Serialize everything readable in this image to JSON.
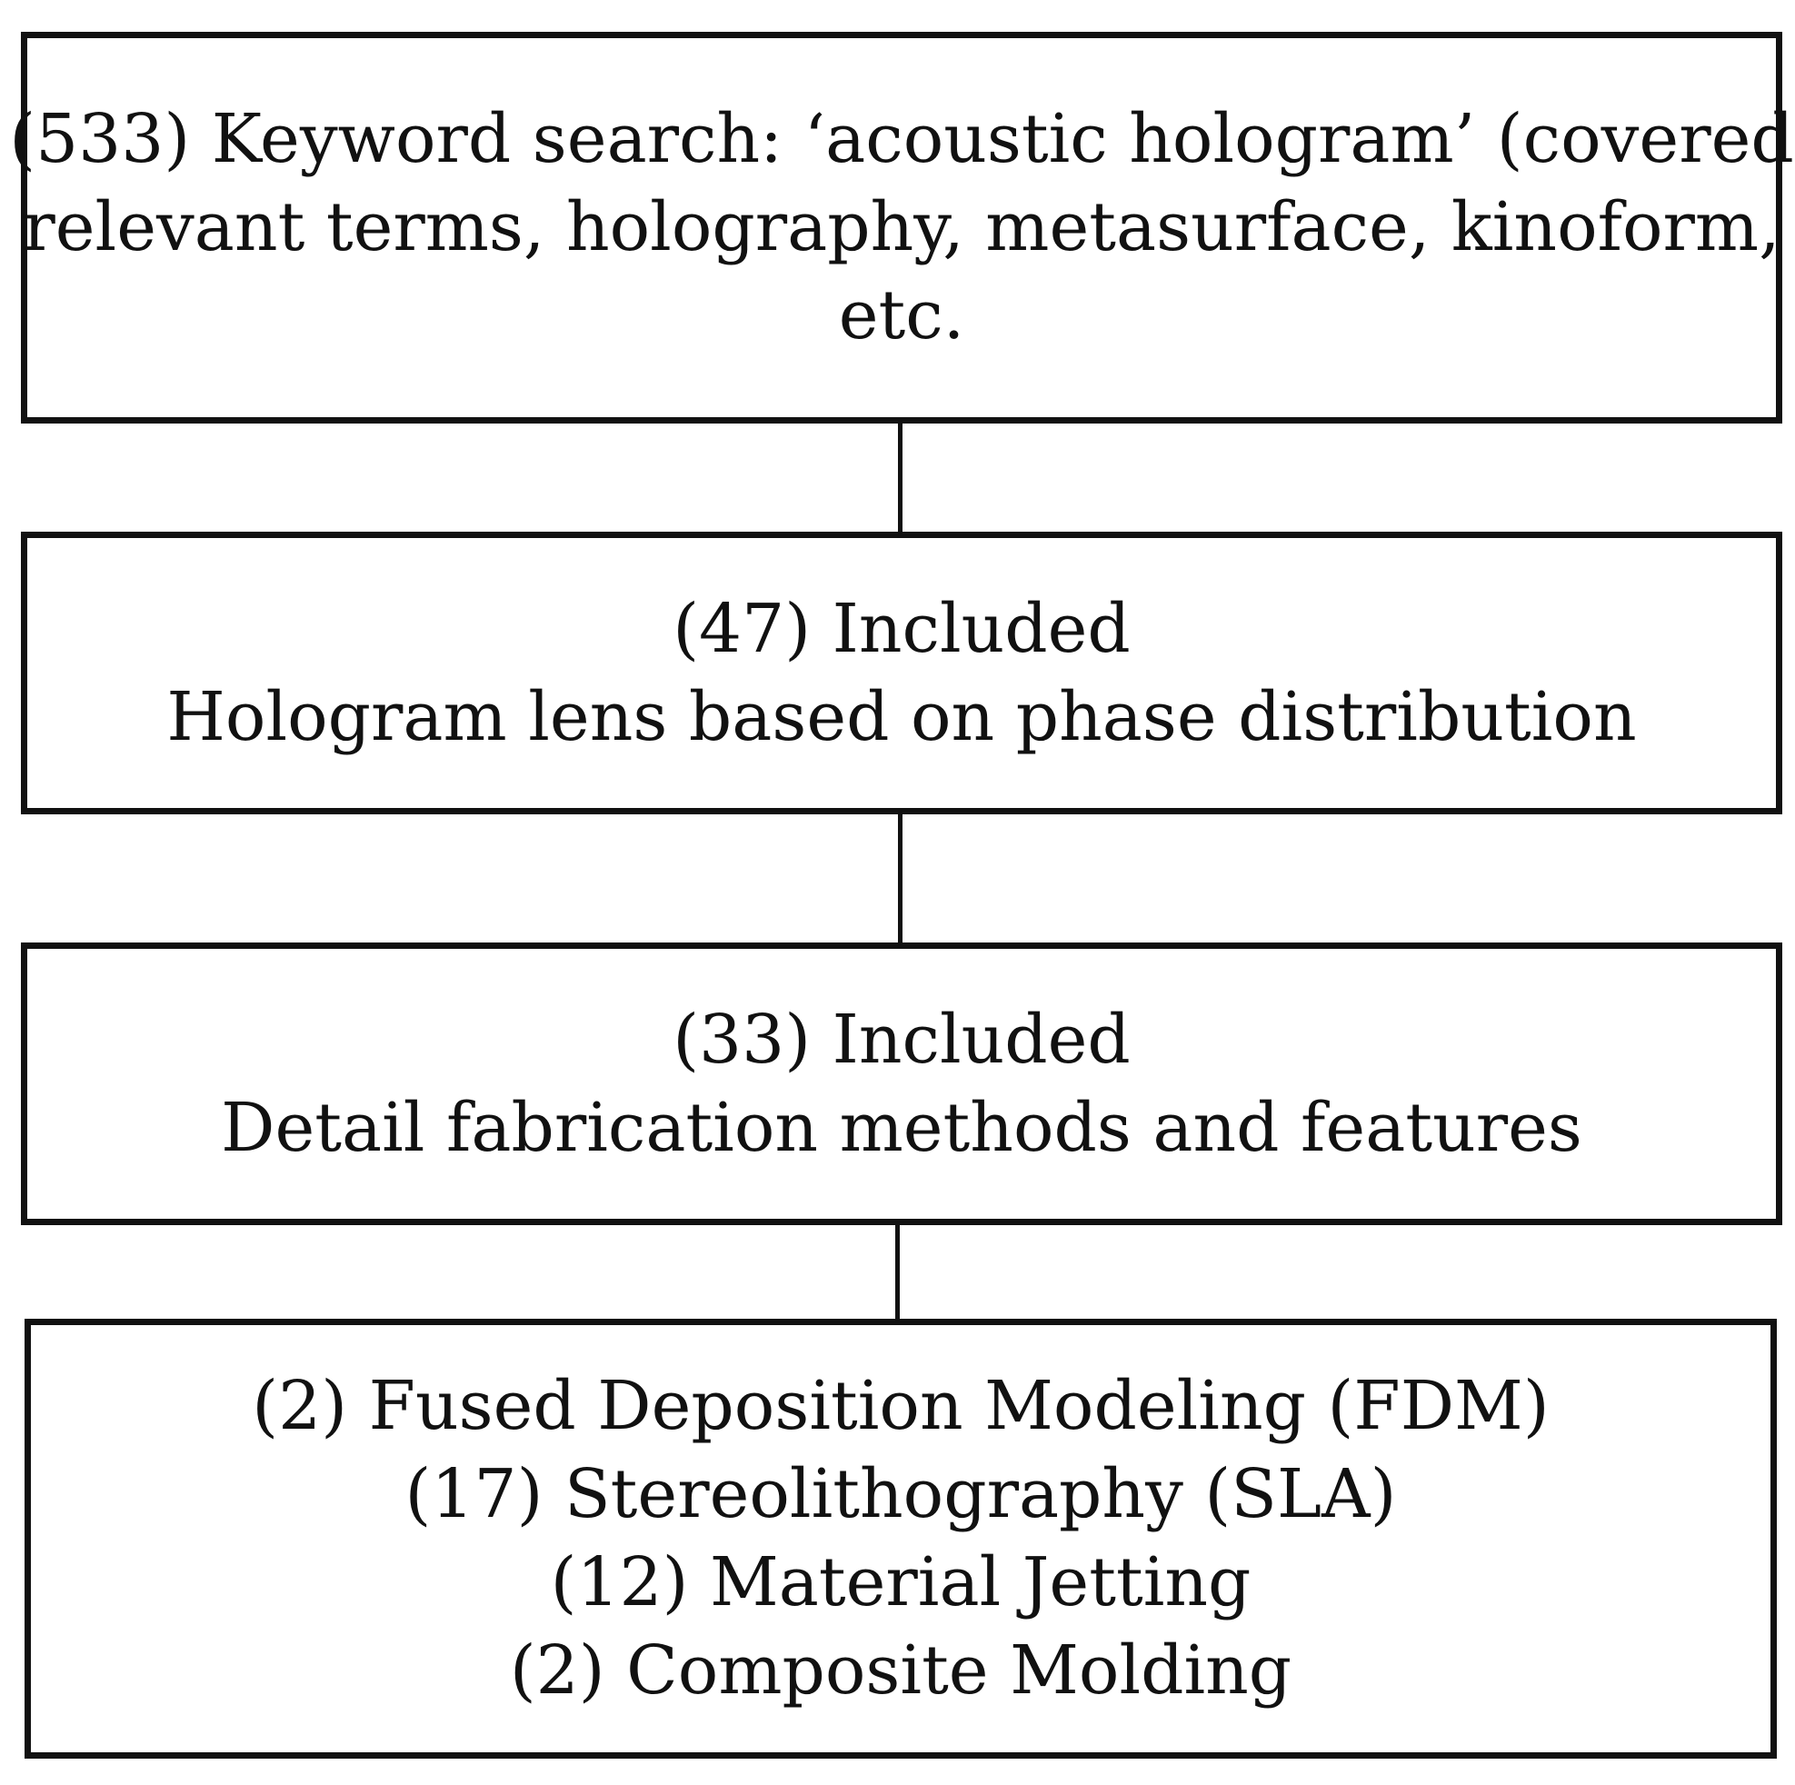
{
  "flowchart": {
    "boxes": [
      {
        "lines": [
          "(533) Keyword search: ‘acoustic hologram’ (covered",
          "relevant terms, holography, metasurface, kinoform,",
          "etc."
        ]
      },
      {
        "lines": [
          "(47) Included",
          "Hologram lens based on phase distribution"
        ]
      },
      {
        "lines": [
          "(33) Included",
          "Detail fabrication methods and features"
        ]
      },
      {
        "lines": [
          "(2) Fused Deposition Modeling (FDM)",
          "(17) Stereolithography (SLA)",
          "(12) Material Jetting",
          "(2) Composite Molding"
        ]
      }
    ]
  }
}
